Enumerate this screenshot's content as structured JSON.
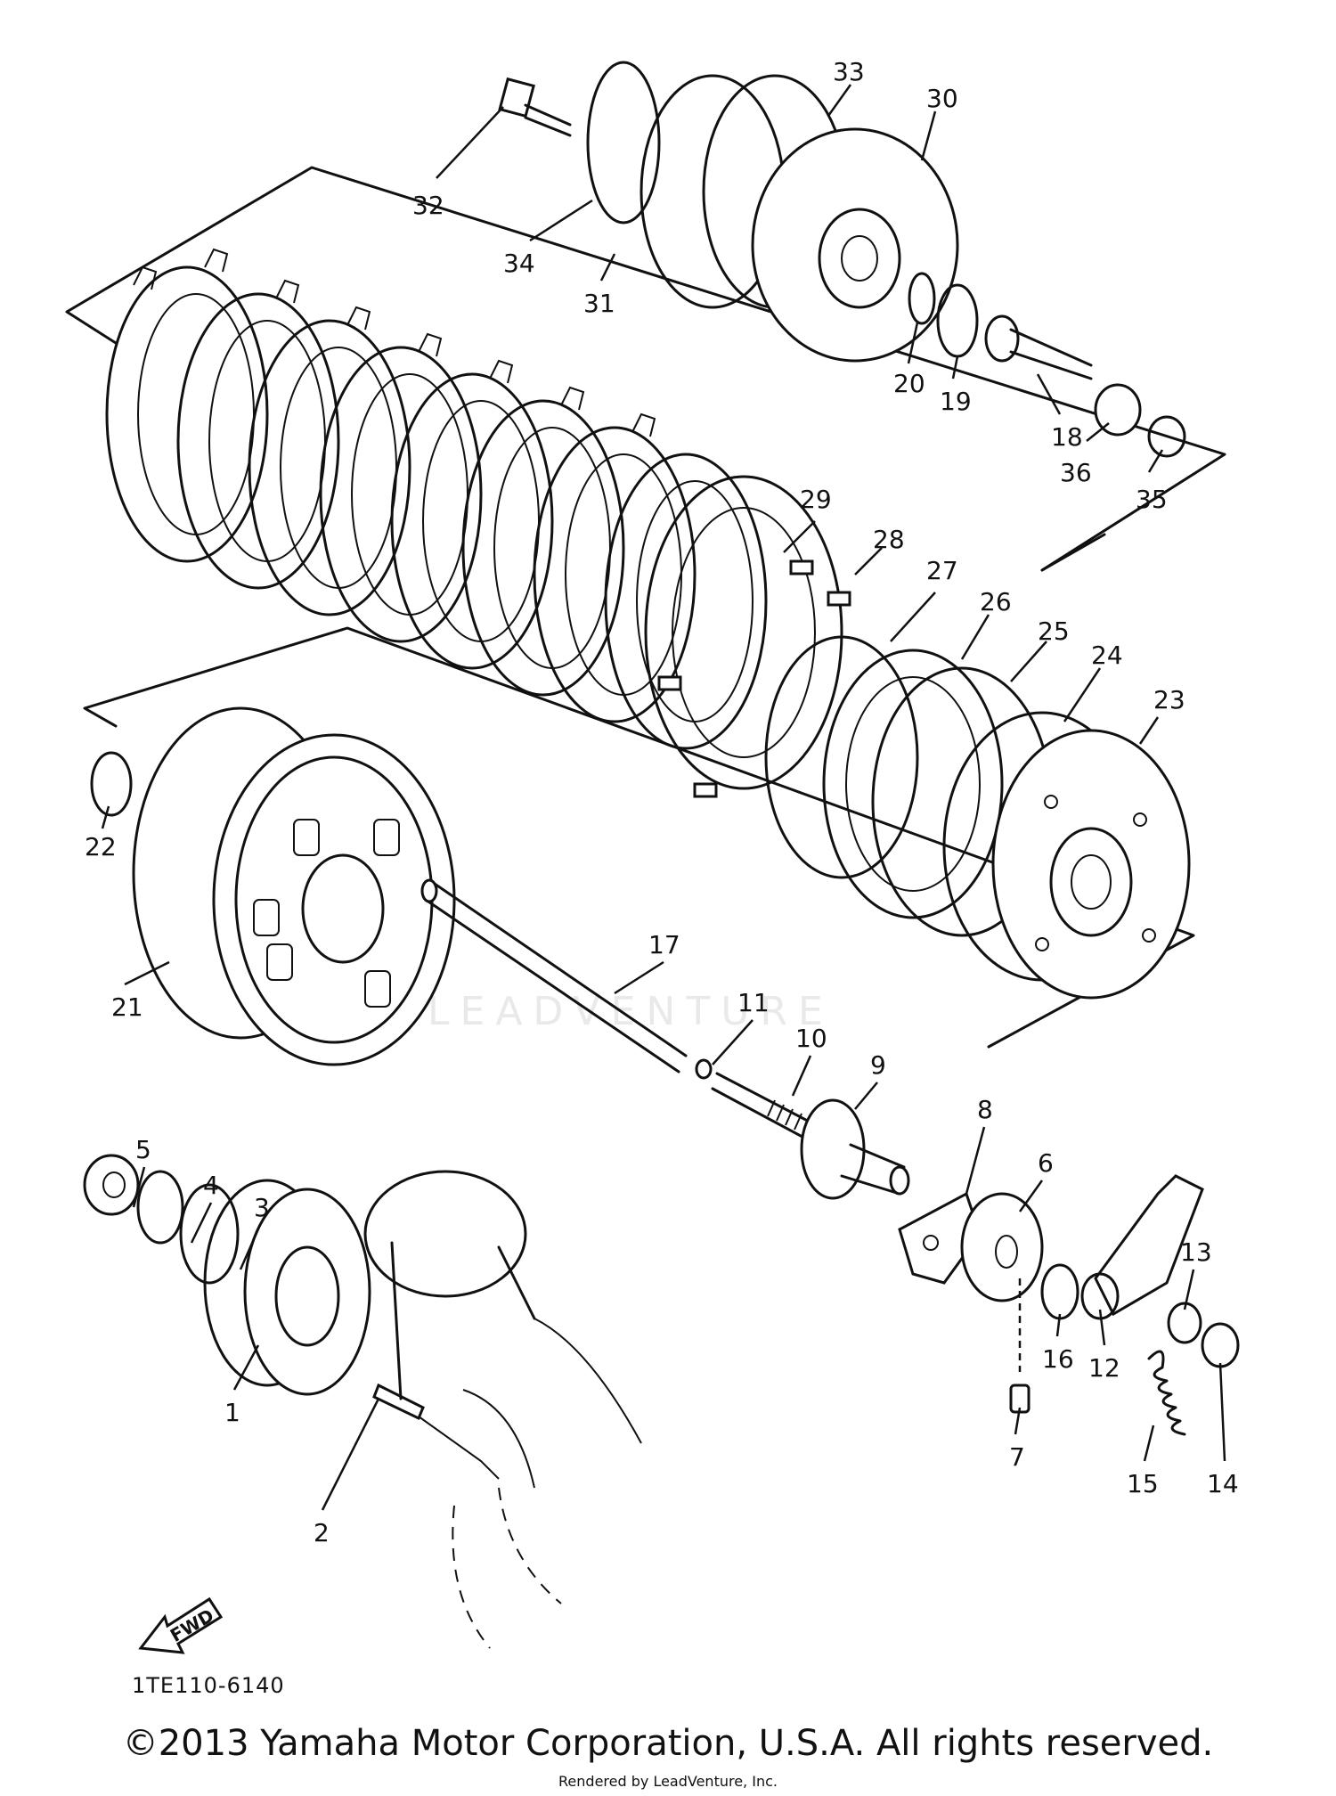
{
  "diagram": {
    "drawing_number": "1TE110-6140",
    "fwd_label": "FWD",
    "watermark": "LEADVENTURE",
    "copyright": "©2013 Yamaha Motor Corporation, U.S.A. All rights reserved.",
    "rendered_by": "Rendered by LeadVenture, Inc.",
    "callouts": [
      "1",
      "2",
      "3",
      "4",
      "5",
      "6",
      "7",
      "8",
      "9",
      "10",
      "11",
      "12",
      "13",
      "14",
      "15",
      "16",
      "17",
      "18",
      "19",
      "20",
      "21",
      "22",
      "23",
      "24",
      "25",
      "26",
      "27",
      "28",
      "29",
      "30",
      "31",
      "32",
      "33",
      "34",
      "35",
      "36"
    ]
  }
}
